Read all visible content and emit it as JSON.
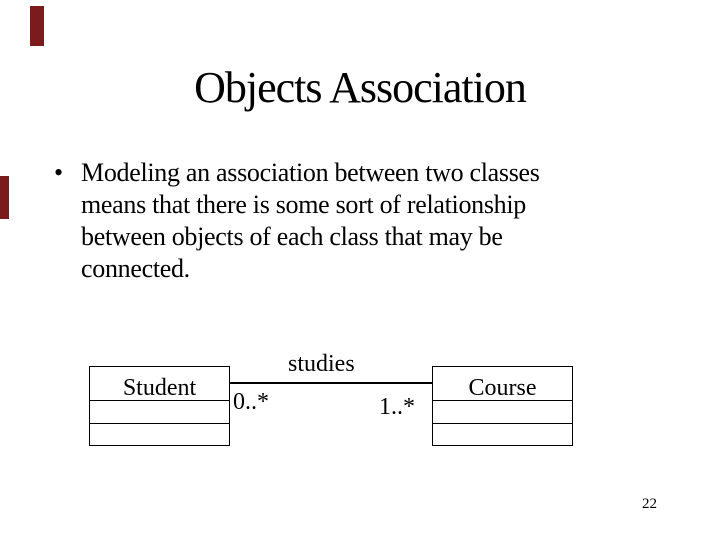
{
  "slide": {
    "title": "Objects Association",
    "bullet": {
      "marker": "•",
      "lines": [
        "Modeling an association between two classes",
        "means that there is some sort of relationship",
        "between objects of each class that may be",
        "connected."
      ]
    },
    "page_number": "22"
  },
  "diagram": {
    "type": "uml-class-association",
    "association_label": "studies",
    "left_multiplicity": "0..*",
    "right_multiplicity": "1..*",
    "classes": [
      {
        "name": "Student"
      },
      {
        "name": "Course"
      }
    ]
  },
  "colors": {
    "background": "#ffffff",
    "text": "#000000",
    "accent_bar": "#7b1b1b",
    "diagram_line": "#000000"
  }
}
